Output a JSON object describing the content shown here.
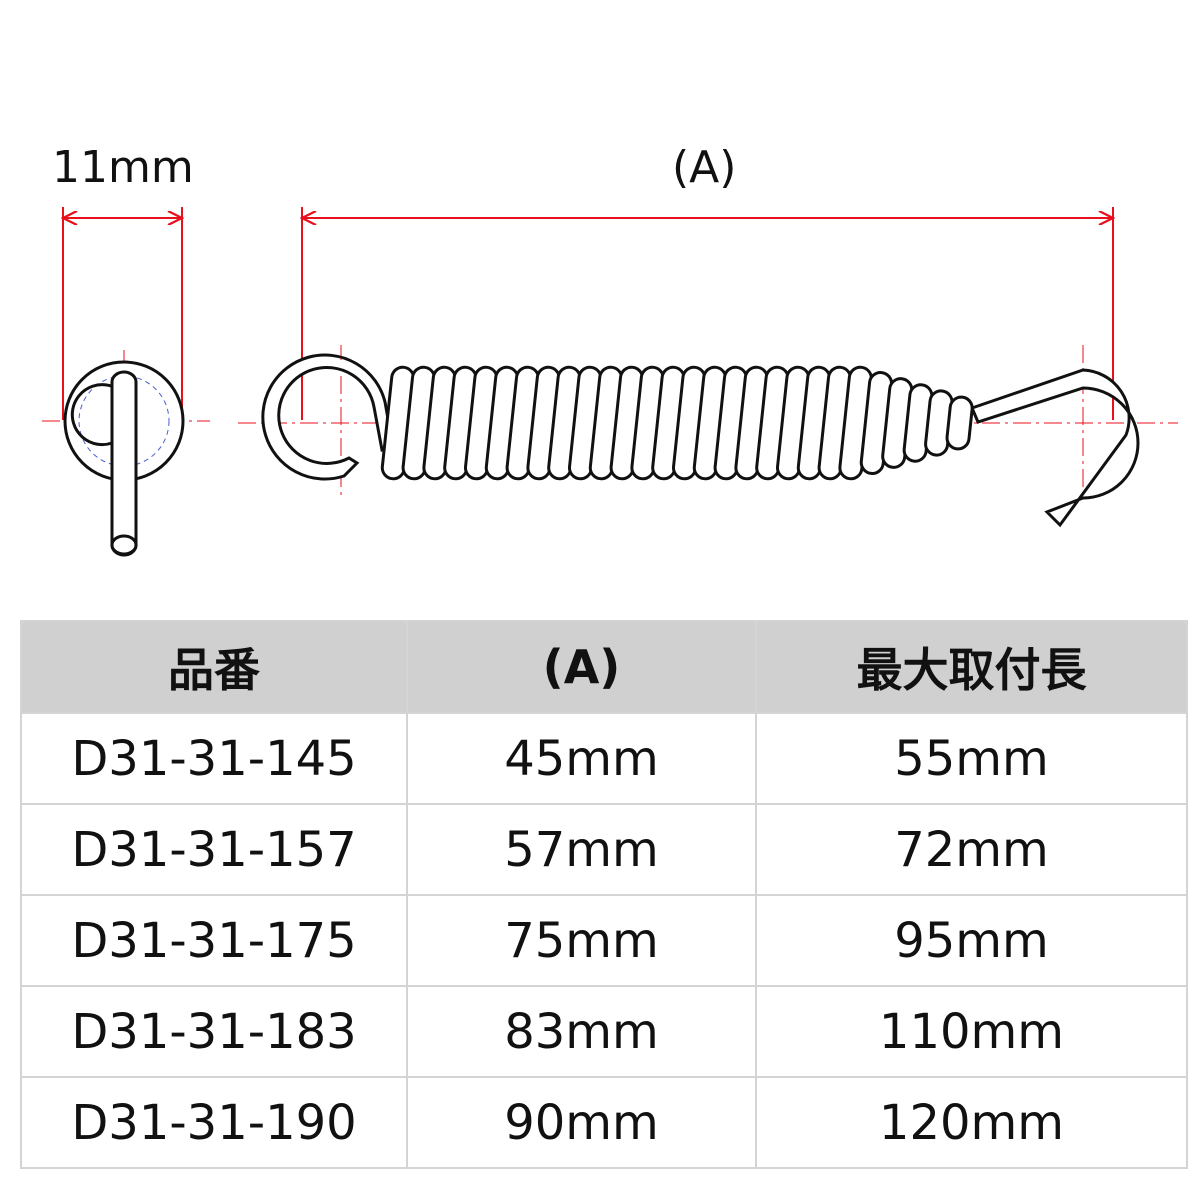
{
  "dimensions": {
    "width_label": "11mm",
    "length_label": "(A)"
  },
  "colors": {
    "dimension_line": "#e8101c",
    "center_line": "#e8101c",
    "outline": "#111111",
    "hidden_circle": "#4a5fd0",
    "table_header_bg": "#d0d0d0",
    "table_border": "#d4d4d4"
  },
  "table": {
    "headers": [
      "品番",
      "(A)",
      "最大取付長"
    ],
    "rows": [
      [
        "D31-31-145",
        "45mm",
        "55mm"
      ],
      [
        "D31-31-157",
        "57mm",
        "72mm"
      ],
      [
        "D31-31-175",
        "75mm",
        "95mm"
      ],
      [
        "D31-31-183",
        "83mm",
        "110mm"
      ],
      [
        "D31-31-190",
        "90mm",
        "120mm"
      ]
    ]
  }
}
